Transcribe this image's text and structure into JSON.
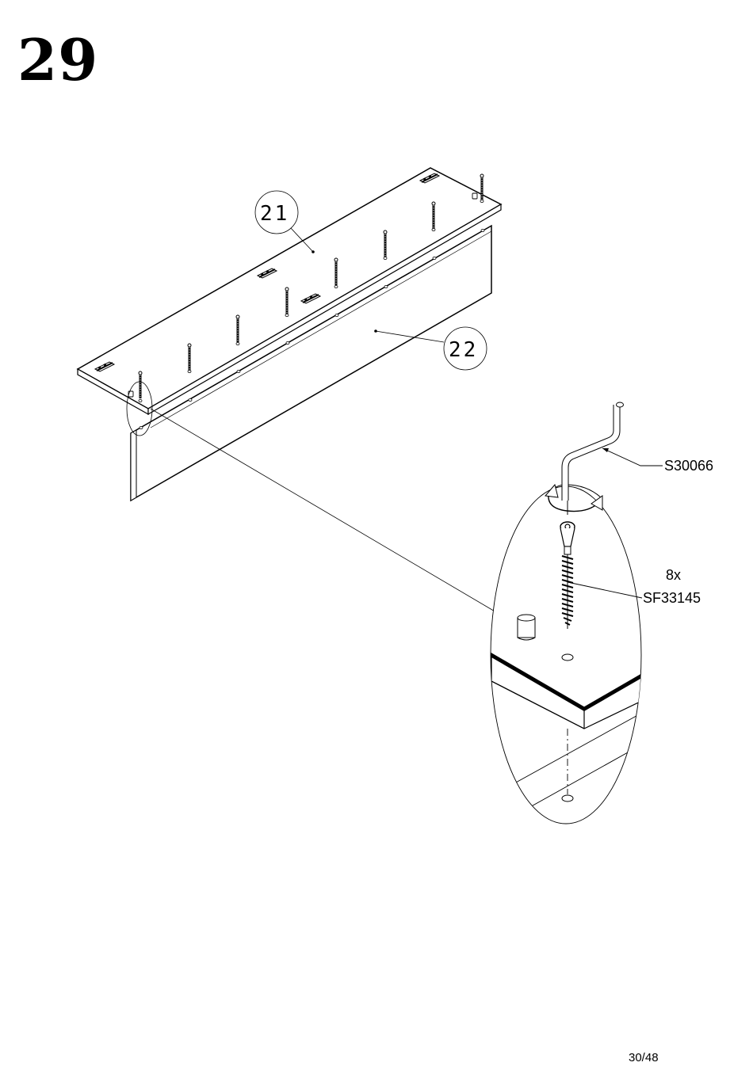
{
  "page": {
    "step_number": "29",
    "page_number": "30/48"
  },
  "callouts": {
    "panel_a": "21",
    "panel_b": "22"
  },
  "parts": {
    "tool_code": "S30066",
    "screw_quantity": "8x",
    "screw_code": "SF33145"
  },
  "colors": {
    "ink": "#000000",
    "paper": "#ffffff"
  }
}
